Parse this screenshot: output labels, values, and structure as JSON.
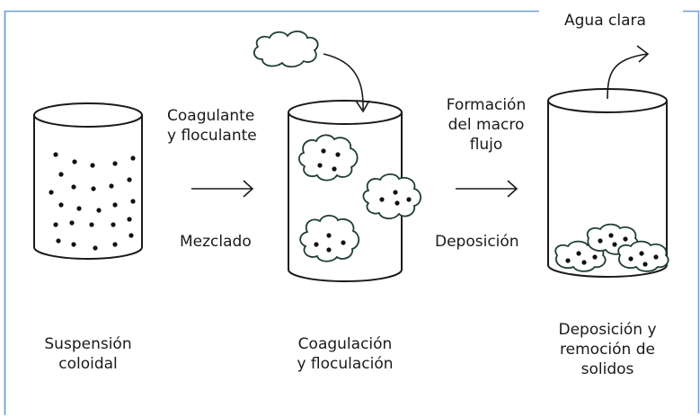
{
  "colors": {
    "border": "#6e9fd6",
    "stroke": "#1a1a1a",
    "floc_stroke": "#1f3d33",
    "background": "#ffffff"
  },
  "steps": [
    {
      "caption": [
        "Suspensión",
        "coloidal"
      ]
    },
    {
      "caption": [
        "Coagulación",
        "y floculación"
      ]
    },
    {
      "caption": [
        "Deposición y",
        "remoción de",
        "solidos"
      ]
    }
  ],
  "transitions": [
    {
      "top": [
        "Coagulante",
        "y floculante"
      ],
      "bottom": "Mezclado"
    },
    {
      "top": [
        "Formación",
        "del macro",
        "flujo"
      ],
      "bottom": "Deposición"
    }
  ],
  "output_label": "Agua clara",
  "icons": [
    "cylinder-icon",
    "floc-cloud-icon",
    "arrow-right-icon",
    "curved-arrow-icon"
  ]
}
